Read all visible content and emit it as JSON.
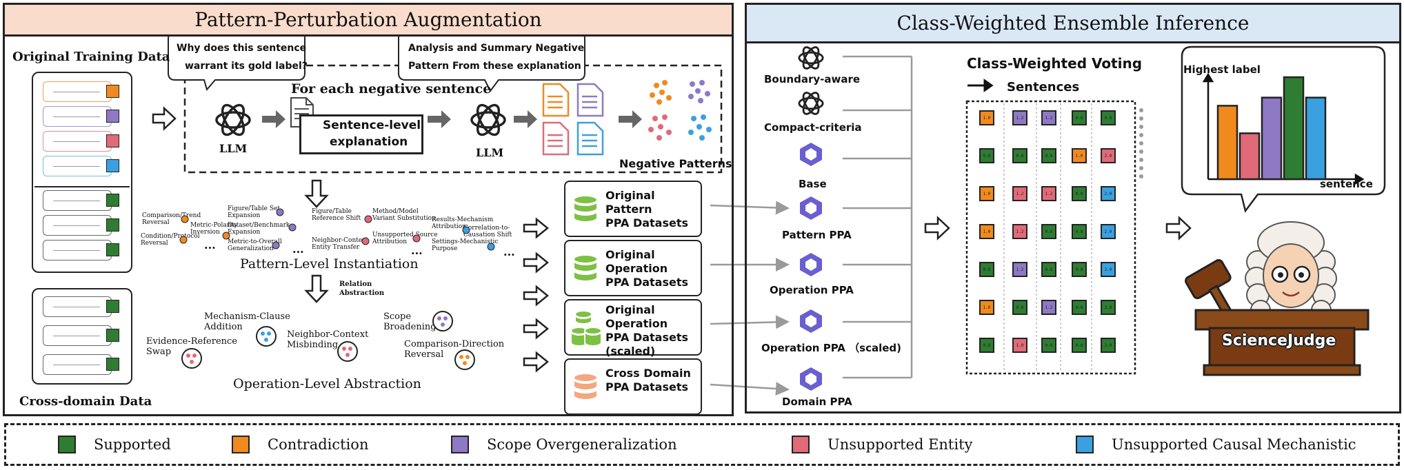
{
  "colors": {
    "supported": "#2e7d32",
    "contradiction": "#f08a1f",
    "scope_overgeneralization": "#8e79c4",
    "unsupported_entity": "#e06a78",
    "unsupported_causal_mechanistic": "#3aa0e0",
    "left_banner": "#f9dccb",
    "right_banner": "#dae8f6"
  },
  "left_panel": {
    "title": "Pattern-Perturbation Augmentation",
    "original_training_data": "Original Training Data",
    "cross_domain_data": "Cross-domain Data",
    "bubble1": [
      "Why does this sentence",
      "warrant its gold label?"
    ],
    "bubble2": [
      "Analysis and Summary Negative",
      "Pattern  From these explanation"
    ],
    "for_each": "For each negative sentence",
    "llm_label": "LLM",
    "sentence_level_explanation": [
      "Sentence-level",
      "explanation"
    ],
    "negative_patterns": "Negative Patterns",
    "pattern_level_instantiation": "Pattern-Level Instantiation",
    "relation_abstraction": [
      "Relation",
      "Abstraction"
    ],
    "operation_level_abstraction": "Operation-Level Abstraction",
    "ellipsis": "...",
    "pattern_terms": [
      [
        "Comparison/Trend",
        "Reversal"
      ],
      [
        "Metric-Polarity",
        "Inversion"
      ],
      [
        "Condition/Protocol",
        "Reversal"
      ],
      [
        "Figure/Table Set",
        "Expansion"
      ],
      [
        "Dataset/Benchmark",
        "Expansion"
      ],
      [
        "Metric-to-Overall",
        "Generalization"
      ],
      [
        "Figure/Table",
        "Reference Shift"
      ],
      [
        "Neighbor-Context",
        "Entity Transfer"
      ],
      [
        "Method/Model",
        "Variant Substitution"
      ],
      [
        "Unsupported Source",
        "Attribution"
      ],
      [
        "Results-Mechanism",
        "Attribution"
      ],
      [
        "Correlation-to-",
        "Causation Shift"
      ],
      [
        "Settings-Mechanistic",
        "Purpose"
      ]
    ],
    "operations": [
      [
        "Mechanism-Clause",
        "Addition"
      ],
      [
        "Evidence-Reference",
        "Swap"
      ],
      [
        "Neighbor-Context",
        "Misbinding"
      ],
      [
        "Scope",
        "Broadening"
      ],
      [
        "Comparison-Direction",
        "Reversal"
      ]
    ]
  },
  "datasets": [
    [
      "Original Pattern",
      "PPA Datasets"
    ],
    [
      "Original Operation",
      "PPA Datasets"
    ],
    [
      "Original Operation",
      "PPA Datasets",
      "(scaled)"
    ],
    [
      "Cross Domain",
      "PPA Datasets"
    ]
  ],
  "right_panel": {
    "title": "Class-Weighted Ensemble Inference",
    "models": [
      "Boundary-aware",
      "Compact-criteria",
      "Base",
      "Pattern PPA",
      "Operation PPA",
      "Operation PPA （scaled)",
      "Domain PPA"
    ],
    "voting_title": "Class-Weighted Voting",
    "voting_sub": "Sentences",
    "highest_label": "Highest label",
    "sentence_axis": "sentence",
    "judge_name": "ScienceJudge",
    "grid_rows": [
      [
        [
          "contradiction",
          "1.0"
        ],
        [
          "scope_overgeneralization",
          "1.2"
        ],
        [
          "scope_overgeneralization",
          "1.2"
        ],
        [
          "supported",
          "0.8"
        ],
        [
          "supported",
          "0.8"
        ]
      ],
      [
        [
          "supported",
          "0.8"
        ],
        [
          "supported",
          "0.8"
        ],
        [
          "supported",
          "0.8"
        ],
        [
          "contradiction",
          "1.0"
        ],
        [
          "unsupported_entity",
          "2.0"
        ]
      ],
      [
        [
          "contradiction",
          "1.0"
        ],
        [
          "unsupported_entity",
          "1.2"
        ],
        [
          "unsupported_entity",
          "1.2"
        ],
        [
          "supported",
          "0.8"
        ],
        [
          "unsupported_causal_mechanistic",
          "2.0"
        ]
      ],
      [
        [
          "contradiction",
          "1.0"
        ],
        [
          "unsupported_entity",
          "1.2"
        ],
        [
          "supported",
          "0.8"
        ],
        [
          "supported",
          "0.8"
        ],
        [
          "unsupported_causal_mechanistic",
          "2.0"
        ]
      ],
      [
        [
          "supported",
          "0.8"
        ],
        [
          "scope_overgeneralization",
          "1.2"
        ],
        [
          "supported",
          "0.8"
        ],
        [
          "supported",
          "0.8"
        ],
        [
          "unsupported_causal_mechanistic",
          "2.0"
        ]
      ],
      [
        [
          "contradiction",
          "1.0"
        ],
        [
          "supported",
          "0.8"
        ],
        [
          "scope_overgeneralization",
          "1.2"
        ],
        [
          "supported",
          "0.8"
        ],
        [
          "supported",
          "2.0"
        ]
      ],
      [
        [
          "supported",
          "0.8"
        ],
        [
          "unsupported_entity",
          "1.0"
        ],
        [
          "supported",
          "0.8"
        ],
        [
          "supported",
          "0.8"
        ],
        [
          "supported",
          "2.0"
        ]
      ]
    ]
  },
  "bar_chart": {
    "categories": [
      "contradiction",
      "unsupported_entity",
      "scope_overgeneralization",
      "supported",
      "unsupported_causal_mechanistic"
    ],
    "values": [
      0.72,
      0.45,
      0.8,
      1.0,
      0.8
    ]
  },
  "legend": [
    {
      "key": "supported",
      "label": "Supported"
    },
    {
      "key": "contradiction",
      "label": "Contradiction"
    },
    {
      "key": "scope_overgeneralization",
      "label": "Scope Overgeneralization"
    },
    {
      "key": "unsupported_entity",
      "label": "Unsupported Entity"
    },
    {
      "key": "unsupported_causal_mechanistic",
      "label": "Unsupported Causal Mechanistic"
    }
  ]
}
